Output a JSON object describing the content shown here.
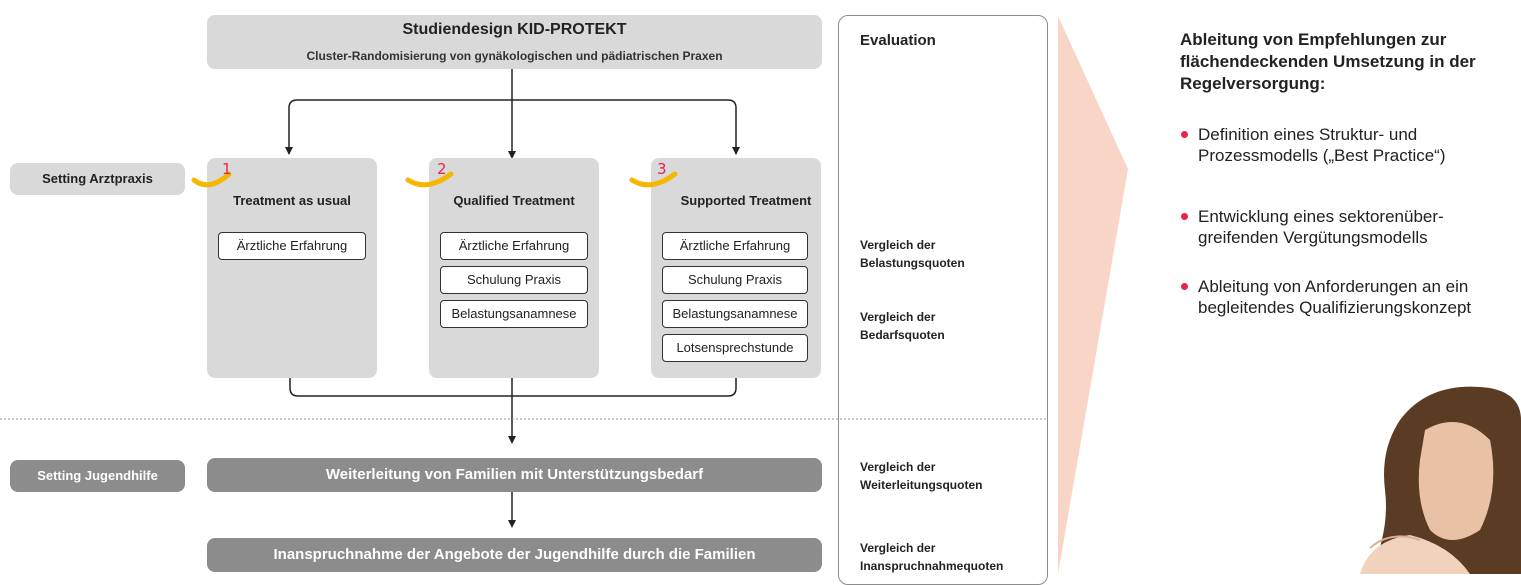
{
  "header": {
    "title": "Studiendesign KID-PROTEKT",
    "subtitle": "Cluster-Randomisierung von gynäkologischen und pädiatrischen Praxen"
  },
  "settings": {
    "arztpraxis": "Setting Arztpraxis",
    "jugendhilfe": "Setting Jugendhilfe"
  },
  "arms": [
    {
      "number": "1",
      "title": "Treatment as usual",
      "items": [
        "Ärztliche Erfahrung"
      ]
    },
    {
      "number": "2",
      "title": "Qualified Treatment",
      "items": [
        "Ärztliche Erfahrung",
        "Schulung Praxis",
        "Belastungsanamnese"
      ]
    },
    {
      "number": "3",
      "title": "Supported Treatment",
      "items": [
        "Ärztliche Erfahrung",
        "Schulung Praxis",
        "Belastungsanamnese",
        "Lotsensprechstunde"
      ]
    }
  ],
  "flow": {
    "referral": "Weiterleitung von Familien mit Unterstützungsbedarf",
    "uptake": "Inanspruchnahme der Angebote der Jugendhilfe durch die Familien"
  },
  "evaluation": {
    "title": "Evaluation",
    "items": [
      {
        "line1": "Vergleich der",
        "line2": "Belastungsquoten"
      },
      {
        "line1": "Vergleich der",
        "line2": "Bedarfsquoten"
      },
      {
        "line1": "Vergleich der",
        "line2": "Weiterleitungsquoten"
      },
      {
        "line1": "Vergleich der",
        "line2": "Inanspruchnahmequoten"
      }
    ]
  },
  "recommendations": {
    "title": "Ableitung von Empfehlungen zur flächendeckenden Umsetzung in der Regelversorgung:",
    "bullets": [
      "Definition eines Struktur- und Prozessmodells („Best Practice“)",
      "Entwicklung eines sektorenüber-greifenden Vergütungsmodells",
      "Ableitung von Anforderungen an ein begleitendes Qualifizierungskonzept"
    ]
  },
  "colors": {
    "box_light": "#d9d9d9",
    "box_dark": "#8c8c8c",
    "accent_red": "#e8244a",
    "accent_yellow": "#f5b800",
    "funnel": "#f9d5c8"
  }
}
